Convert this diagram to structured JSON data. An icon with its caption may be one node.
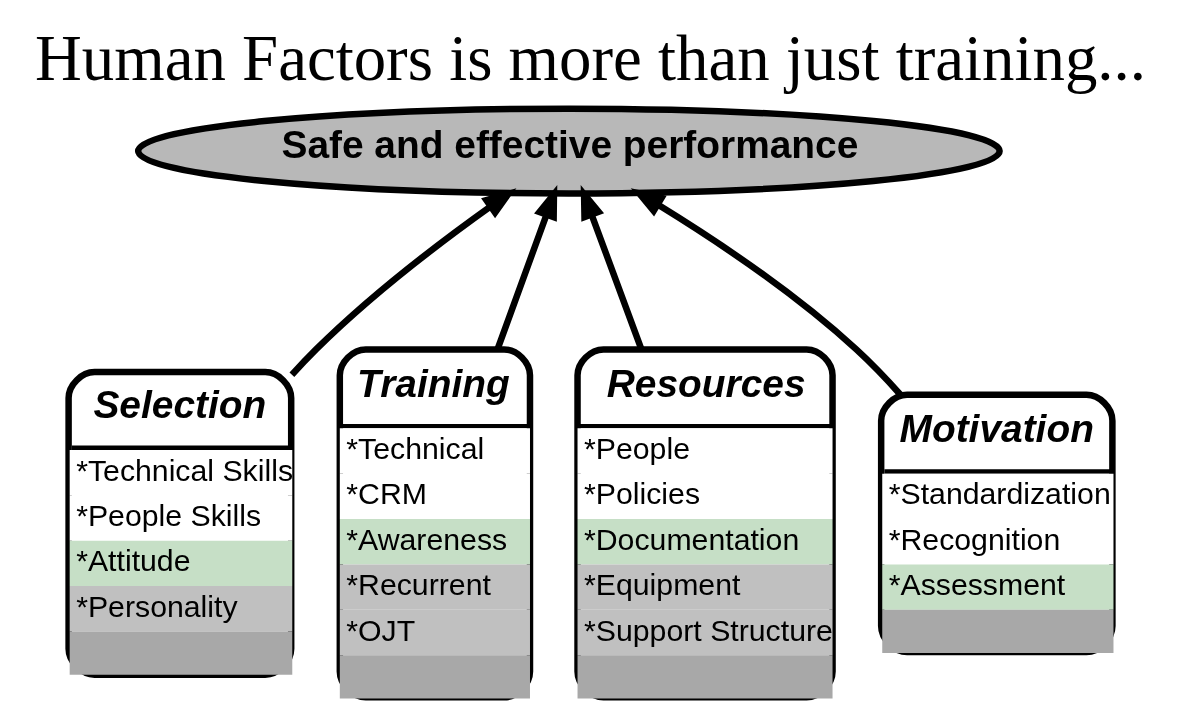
{
  "diagram": {
    "title": "Human Factors is more than just training...",
    "nodes": [
      {
        "text": [
          "Safe and effective performance"
        ]
      },
      {
        "text": [
          "Selection",
          "*Technical Skills",
          "*People Skills",
          "*Attitude",
          "*Personality"
        ]
      },
      {
        "text": [
          "Training",
          "*Technical",
          "*CRM",
          "*Awareness",
          "*Recurrent",
          "*OJT"
        ]
      },
      {
        "text": [
          "Resources",
          "*People",
          "*Policies",
          "*Documentation",
          "*Equipment",
          "*Support Structure"
        ]
      },
      {
        "text": [
          "Motivation",
          "*Standardization",
          "*Recognition",
          "*Assessment"
        ]
      }
    ],
    "edges": [
      {
        "from": 1,
        "to": 0,
        "arrow": "to"
      },
      {
        "from": 2,
        "to": 0,
        "arrow": "to"
      },
      {
        "from": 3,
        "to": 0,
        "arrow": "to"
      },
      {
        "from": 4,
        "to": 0,
        "arrow": "to"
      }
    ]
  }
}
